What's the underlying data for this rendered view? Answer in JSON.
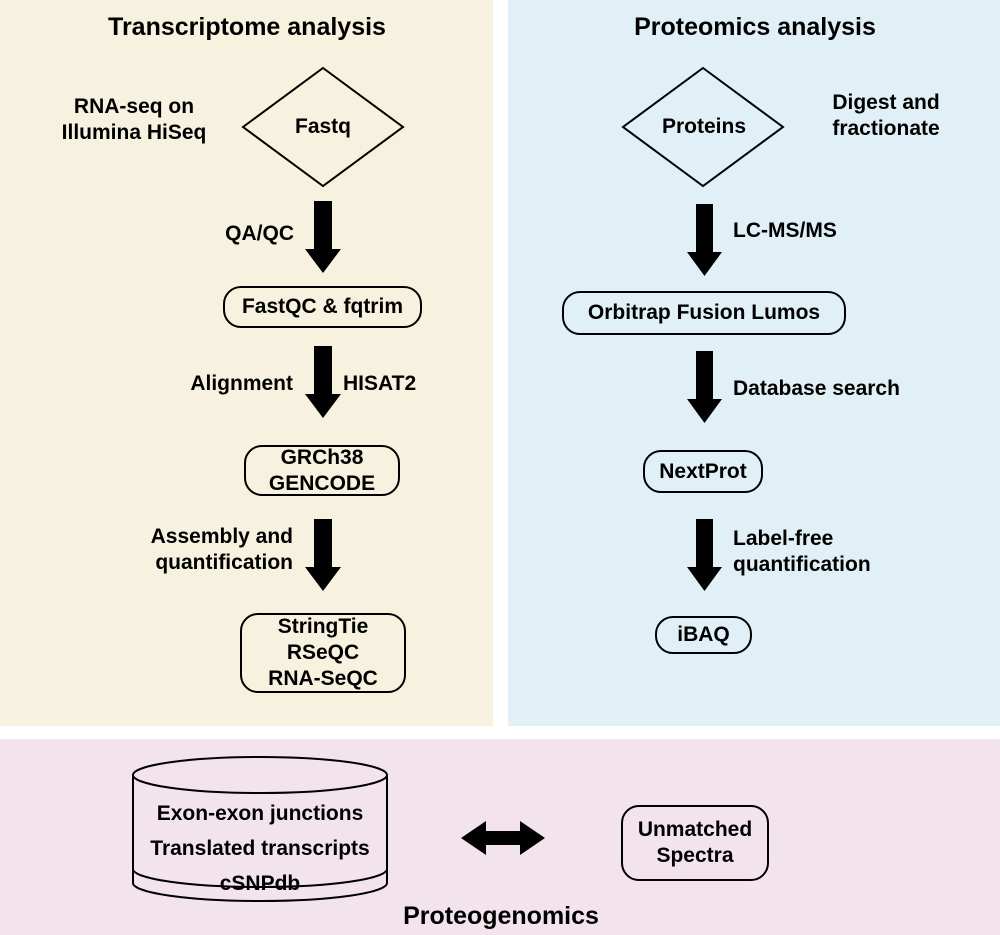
{
  "transcriptome": {
    "title": "Transcriptome analysis",
    "input_note": [
      "RNA-seq on",
      "Illumina HiSeq"
    ],
    "start_node": "Fastq",
    "steps": [
      {
        "label": [
          "QA/QC"
        ],
        "tool": ""
      },
      {
        "label": [
          "Alignment"
        ],
        "tool": "HISAT2"
      },
      {
        "label": [
          "Assembly and",
          "quantification"
        ],
        "tool": ""
      }
    ],
    "nodes": [
      [
        "FastQC & fqtrim"
      ],
      [
        "GRCh38",
        "GENCODE"
      ],
      [
        "StringTie",
        "RSeQC",
        "RNA-SeQC"
      ]
    ]
  },
  "proteomics": {
    "title": "Proteomics analysis",
    "input_note": [
      "Digest and",
      "fractionate"
    ],
    "start_node": "Proteins",
    "steps": [
      {
        "label": [
          "LC-MS/MS"
        ]
      },
      {
        "label": [
          "Database search"
        ]
      },
      {
        "label": [
          "Label-free",
          "quantification"
        ]
      }
    ],
    "nodes": [
      [
        "Orbitrap Fusion Lumos"
      ],
      [
        "NextProt"
      ],
      [
        "iBAQ"
      ]
    ]
  },
  "proteogenomics": {
    "title": "Proteogenomics",
    "database_items": [
      "Exon-exon junctions",
      "Translated transcripts",
      "cSNPdb"
    ],
    "spectra_node": [
      "Unmatched",
      "Spectra"
    ]
  },
  "colors": {
    "transcriptome_bg": "#f6f2df",
    "proteomics_bg": "#e1eff7",
    "proteogenomics_bg": "#f3e3ec",
    "ink": "#000000"
  }
}
